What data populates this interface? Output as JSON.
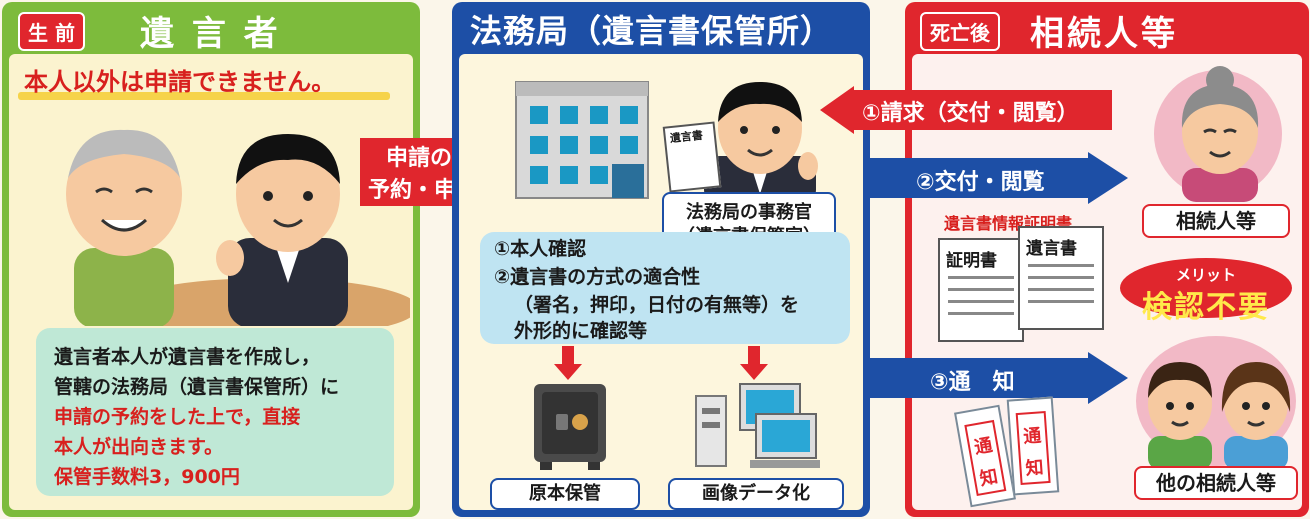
{
  "left_panel": {
    "badge": "生 前",
    "title": "遺 言 者",
    "notice": "本人以外は申請できません。",
    "info_lines": [
      {
        "text": "遺言者本人が遺言書を作成し，",
        "red": false
      },
      {
        "text": "管轄の法務局（遺言書保管所）に",
        "red": false
      },
      {
        "text": "申請の予約をした上で，直接",
        "red": true
      },
      {
        "text": "本人が出向きます。",
        "red": true
      },
      {
        "text": "保管手数料3，900円",
        "red": true
      }
    ]
  },
  "flow_arrow": {
    "line1": "申請の",
    "line2": "予約・申請"
  },
  "mid_panel": {
    "title": "法務局（遺言書保管所）",
    "officer_label_1": "法務局の事務官",
    "officer_label_2": "（遺言書保管官）",
    "document_tag": "遺言書",
    "steps": [
      "①本人確認",
      "②遺言書の方式の適合性",
      "（署名，押印，日付の有無等）を",
      "外形的に確認等"
    ],
    "storage_original": "原本保管",
    "storage_image": "画像データ化"
  },
  "right_panel": {
    "badge": "死亡後",
    "title": "相続人等",
    "request_arrow": "①請求（交付・閲覧）",
    "issue_arrow": "②交付・閲覧",
    "notify_arrow": "③通　知",
    "certificate_title": "遺言書情報証明書",
    "certificate_doc": "証明書",
    "will_doc": "遺言書",
    "heir_label": "相続人等",
    "merit_label": "メリット",
    "merit_value": "検認不要",
    "other_heirs_label": "他の相続人等",
    "notice_card_text": [
      "通",
      "知"
    ]
  },
  "colors": {
    "left": "#7dbb3c",
    "mid": "#1d4fa6",
    "right": "#e0262d",
    "accent_red": "#d8201e"
  }
}
